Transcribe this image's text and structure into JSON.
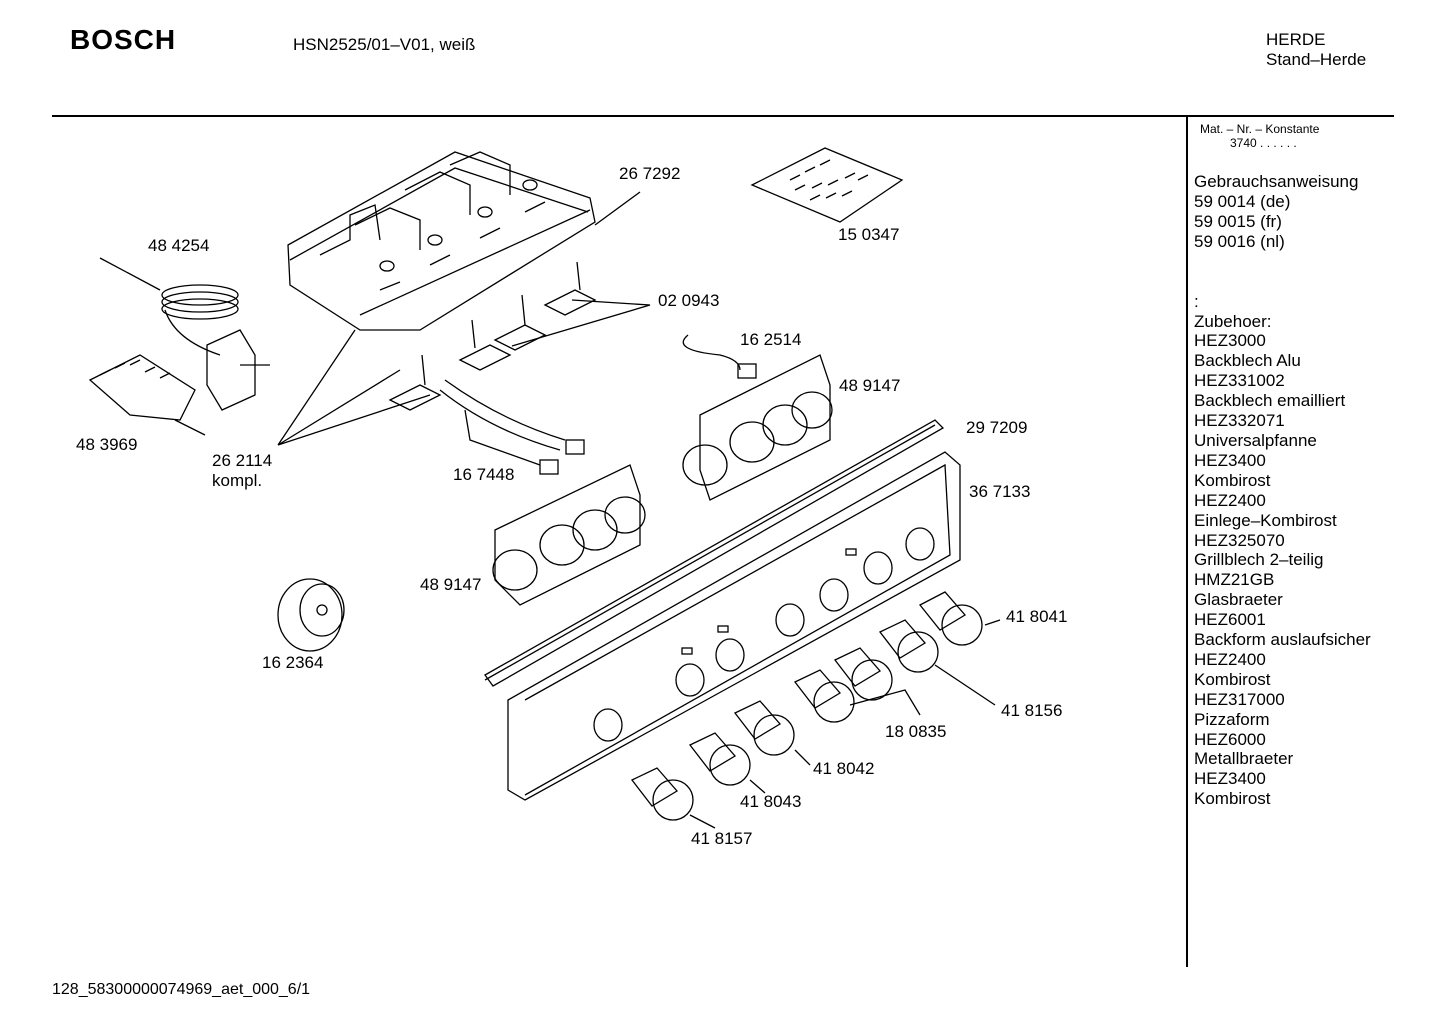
{
  "header": {
    "brand": "BOSCH",
    "model": "HSN2525/01–V01, weiß",
    "category_line1": "HERDE",
    "category_line2": "Stand–Herde"
  },
  "sidebar": {
    "mat_label": "Mat. – Nr. – Konstante",
    "mat_value": "3740 . . . . . .",
    "manual_title": "Gebrauchsanweisung",
    "manuals": [
      "59 0014 (de)",
      "59 0015 (fr)",
      "59 0016 (nl)"
    ],
    "colon": ":",
    "accessories_title": "Zubehoer:",
    "accessories": [
      "HEZ3000",
      "Backblech Alu",
      "HEZ331002",
      "Backblech emailliert",
      "HEZ332071",
      "Universalpfanne",
      "HEZ3400",
      "Kombirost",
      "HEZ2400",
      "Einlege–Kombirost",
      "HEZ325070",
      "Grillblech 2–teilig",
      "HMZ21GB",
      "Glasbraeter",
      "HEZ6001",
      "Backform auslaufsicher",
      "HEZ2400",
      "Kombirost",
      "HEZ317000",
      "Pizzaform",
      "HEZ6000",
      "Metallbraeter",
      "HEZ3400",
      "Kombirost"
    ]
  },
  "parts": [
    {
      "id": "p267292",
      "label": "26 7292"
    },
    {
      "id": "p150347",
      "label": "15 0347"
    },
    {
      "id": "p484254",
      "label": "48 4254"
    },
    {
      "id": "p020943",
      "label": "02 0943"
    },
    {
      "id": "p162514",
      "label": "16 2514"
    },
    {
      "id": "p489147a",
      "label": "48 9147"
    },
    {
      "id": "p483969",
      "label": "48 3969"
    },
    {
      "id": "p262114",
      "label": "26 2114"
    },
    {
      "id": "p262114b",
      "label": "kompl."
    },
    {
      "id": "p297209",
      "label": "29 7209"
    },
    {
      "id": "p167448",
      "label": "16 7448"
    },
    {
      "id": "p367133",
      "label": "36 7133"
    },
    {
      "id": "p489147b",
      "label": "48 9147"
    },
    {
      "id": "p418041",
      "label": "41 8041"
    },
    {
      "id": "p162364",
      "label": "16 2364"
    },
    {
      "id": "p418156",
      "label": "41 8156"
    },
    {
      "id": "p180835",
      "label": "18 0835"
    },
    {
      "id": "p418042",
      "label": "41 8042"
    },
    {
      "id": "p418043",
      "label": "41 8043"
    },
    {
      "id": "p418157",
      "label": "41 8157"
    }
  ],
  "footer": {
    "code": "128_58300000074969_aet_000_6/1"
  }
}
